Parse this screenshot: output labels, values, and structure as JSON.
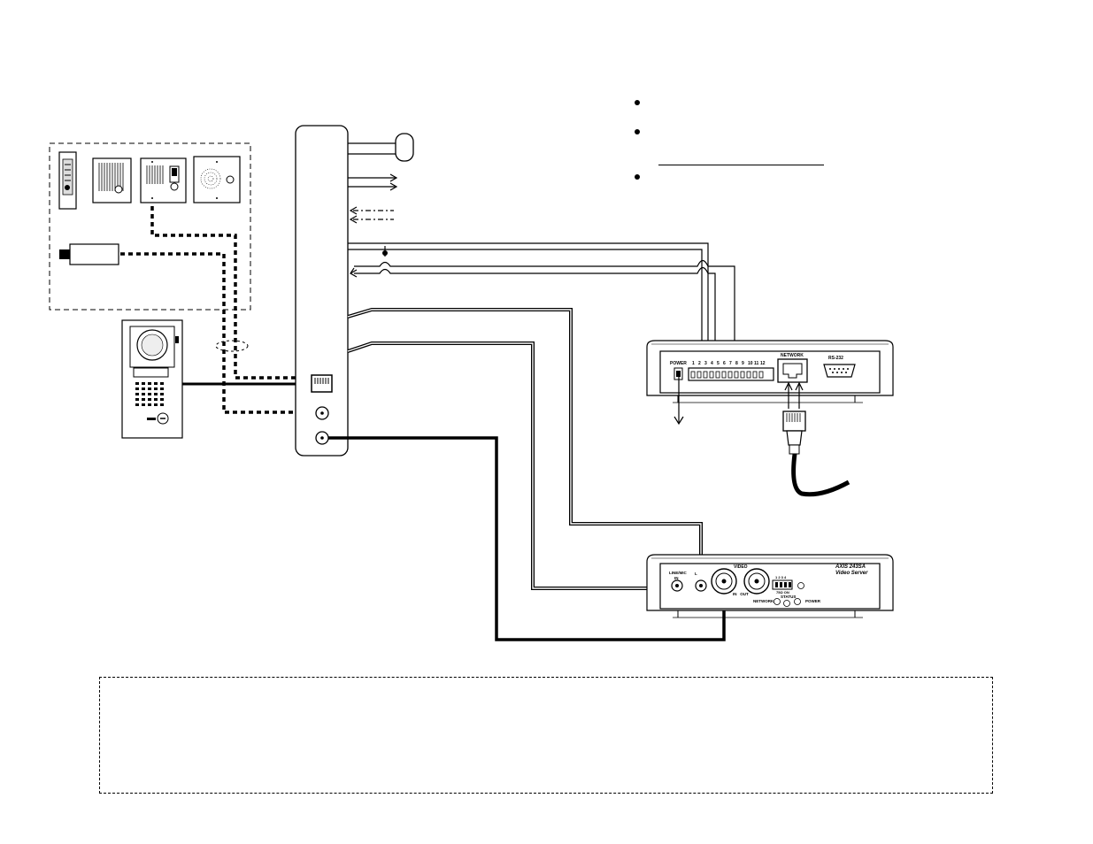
{
  "bullets": [
    {},
    {},
    {}
  ],
  "axis_server_rear": {
    "power_label": "POWER",
    "terminal_numbers": [
      "1",
      "2",
      "3",
      "4",
      "5",
      "6",
      "7",
      "8",
      "9",
      "10",
      "11",
      "12"
    ],
    "network_label": "NETWORK",
    "rs232_label": "RS-232"
  },
  "axis_server_front": {
    "line_mic_label": "LINE/MIC",
    "line_mic_label_2": "IN",
    "line_out_label": "L",
    "video_label": "VIDEO",
    "in_out_label": "IN   OUT",
    "dip_numbers": "1 2 3 4",
    "dip_label": "75Ω ON",
    "status_label": "STATUS",
    "network_label": "NETWORK",
    "power_label": "POWER",
    "model_line1": "AXIS 243SA",
    "model_line2": "Video Server"
  }
}
